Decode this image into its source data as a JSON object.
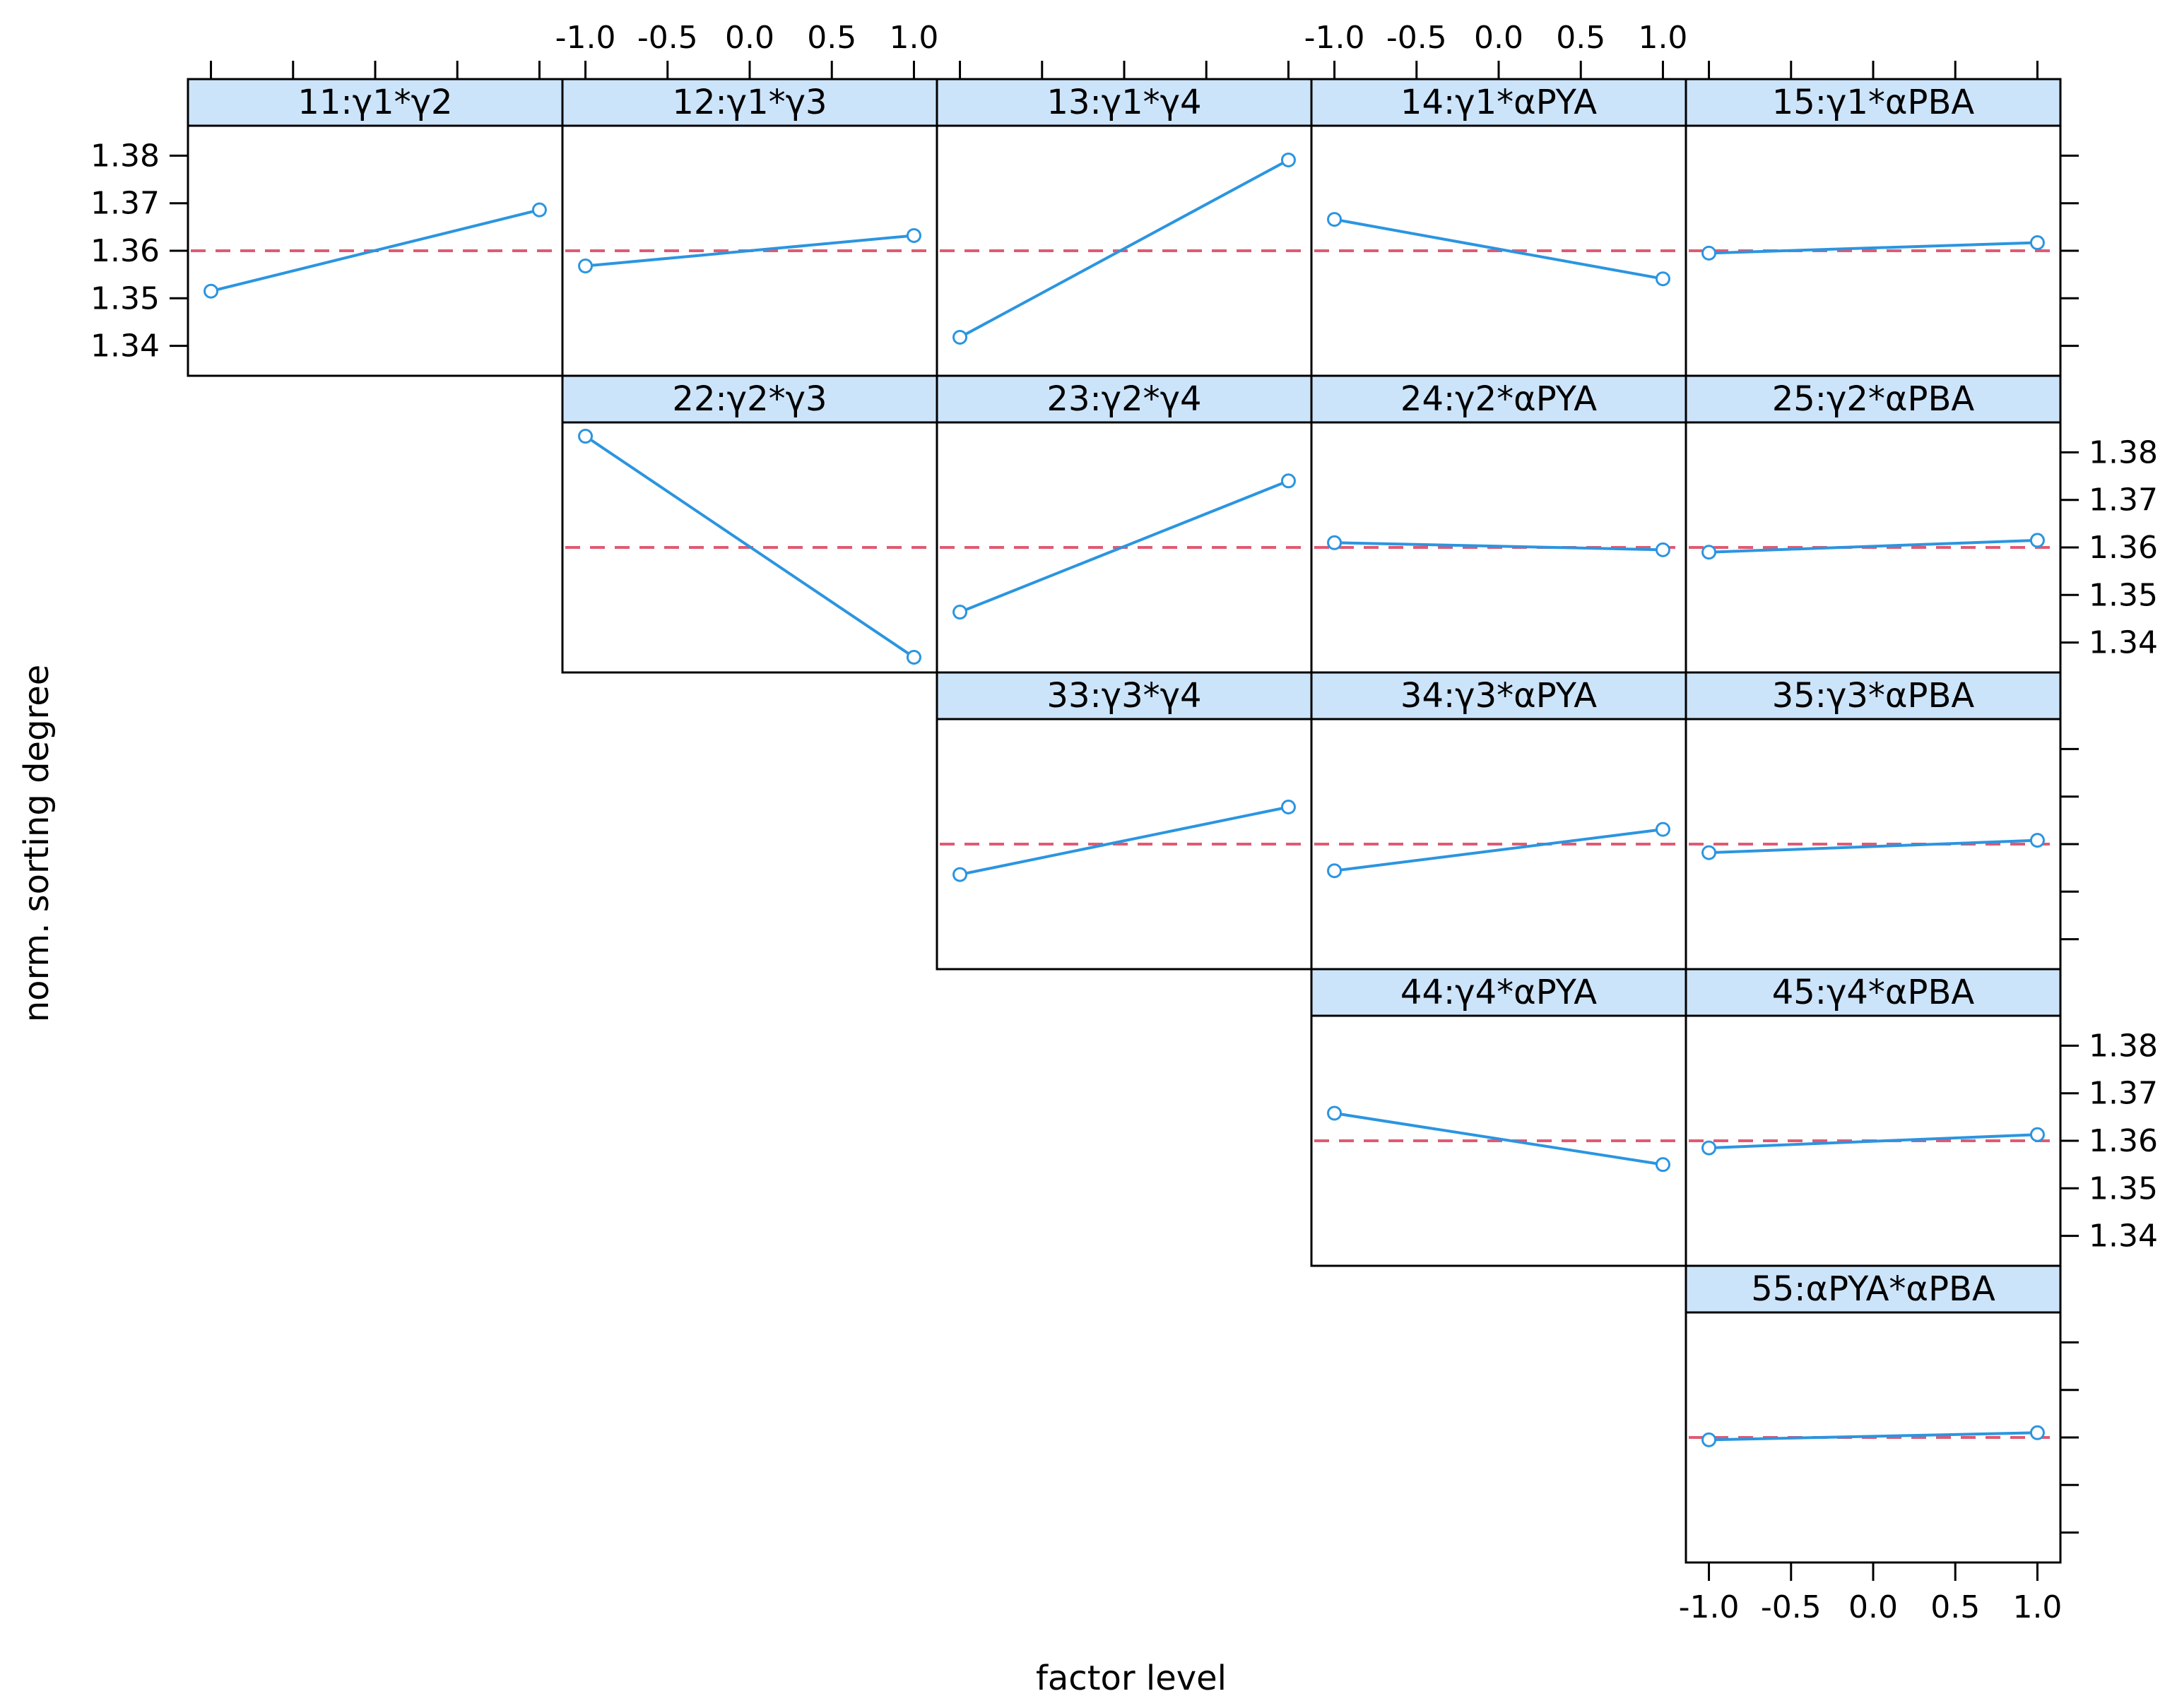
{
  "figure": {
    "y_axis_title": "norm. sorting degree",
    "x_axis_title": "factor level",
    "x_tick_labels": [
      "-1.0",
      "-0.5",
      "0.0",
      "0.5",
      "1.0"
    ],
    "y_tick_labels": [
      "1.38",
      "1.37",
      "1.36",
      "1.35",
      "1.34"
    ],
    "colors": {
      "line_blue": "#2B95E0",
      "reference_red": "#E05A72",
      "strip_fill": "#CCE4FA",
      "border_black": "#000000",
      "panel_bg": "#FFFFFF"
    }
  },
  "chart_data": {
    "type": "line",
    "layout": "5x5 upper-triangle trellis (interaction effects plot)",
    "xlabel": "factor level",
    "ylabel": "norm. sorting degree",
    "x": [
      -1,
      1
    ],
    "xlim": [
      -1.14,
      1.14
    ],
    "ylim": [
      1.3337,
      1.3863
    ],
    "x_ticks": [
      -1.0,
      -0.5,
      0.0,
      0.5,
      1.0
    ],
    "y_ticks": [
      1.38,
      1.37,
      1.36,
      1.35,
      1.34
    ],
    "reference_line_y": 1.36,
    "grid": "off",
    "top_axis_labeled_columns": [
      2,
      4
    ],
    "right_axis_labeled_rows": [
      2,
      4
    ],
    "panels": [
      {
        "id": "11",
        "label": "11:γ1*γ2",
        "row": 1,
        "col": 1,
        "values": [
          1.3515,
          1.3686
        ]
      },
      {
        "id": "12",
        "label": "12:γ1*γ3",
        "row": 1,
        "col": 2,
        "values": [
          1.3568,
          1.3632
        ]
      },
      {
        "id": "13",
        "label": "13:γ1*γ4",
        "row": 1,
        "col": 3,
        "values": [
          1.3418,
          1.3791
        ]
      },
      {
        "id": "14",
        "label": "14:γ1*αPYA",
        "row": 1,
        "col": 4,
        "values": [
          1.3666,
          1.3541
        ]
      },
      {
        "id": "15",
        "label": "15:γ1*αPBA",
        "row": 1,
        "col": 5,
        "values": [
          1.3595,
          1.3617
        ]
      },
      {
        "id": "22",
        "label": "22:γ2*γ3",
        "row": 2,
        "col": 2,
        "values": [
          1.3834,
          1.3369
        ]
      },
      {
        "id": "23",
        "label": "23:γ2*γ4",
        "row": 2,
        "col": 3,
        "values": [
          1.3464,
          1.374
        ]
      },
      {
        "id": "24",
        "label": "24:γ2*αPYA",
        "row": 2,
        "col": 4,
        "values": [
          1.361,
          1.3595
        ]
      },
      {
        "id": "25",
        "label": "25:γ2*αPBA",
        "row": 2,
        "col": 5,
        "values": [
          1.359,
          1.3615
        ]
      },
      {
        "id": "33",
        "label": "33:γ3*γ4",
        "row": 3,
        "col": 3,
        "values": [
          1.3536,
          1.3678
        ]
      },
      {
        "id": "34",
        "label": "34:γ3*αPYA",
        "row": 3,
        "col": 4,
        "values": [
          1.3544,
          1.3631
        ]
      },
      {
        "id": "35",
        "label": "35:γ3*αPBA",
        "row": 3,
        "col": 5,
        "values": [
          1.3582,
          1.3608
        ]
      },
      {
        "id": "44",
        "label": "44:γ4*αPYA",
        "row": 4,
        "col": 4,
        "values": [
          1.3658,
          1.355
        ]
      },
      {
        "id": "45",
        "label": "45:γ4*αPBA",
        "row": 4,
        "col": 5,
        "values": [
          1.3585,
          1.3613
        ]
      },
      {
        "id": "55",
        "label": "55:αPYA*αPBA",
        "row": 5,
        "col": 5,
        "values": [
          1.3595,
          1.361
        ]
      }
    ]
  }
}
